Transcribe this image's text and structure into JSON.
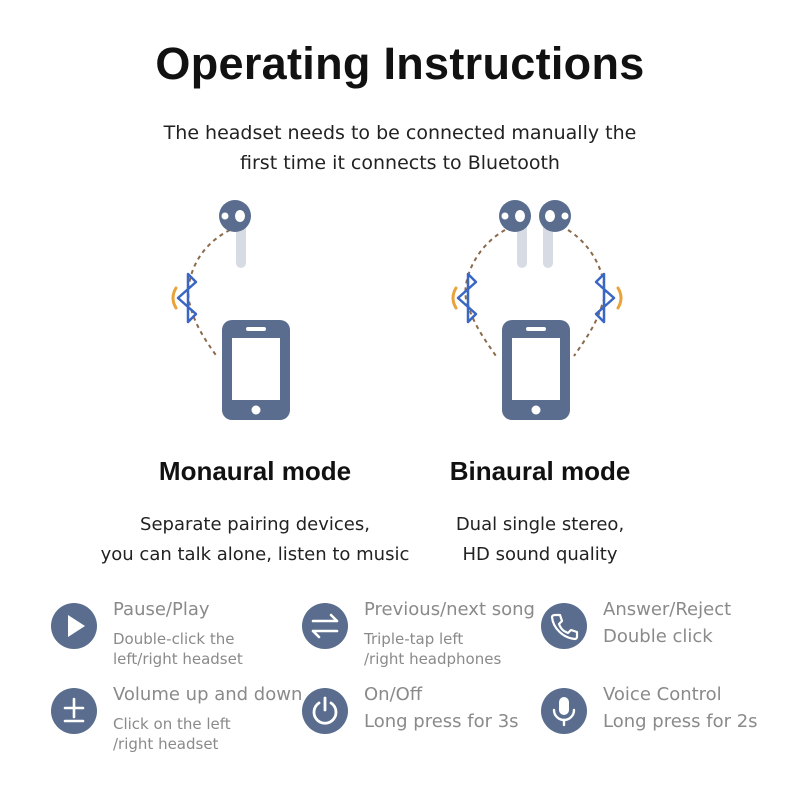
{
  "header": {
    "title": "Operating Instructions",
    "subtitle_lines": [
      "The headset needs to be connected manually the",
      "first time it connects to Bluetooth"
    ]
  },
  "modes": [
    {
      "title": "Monaural mode",
      "desc_lines": [
        "Separate pairing devices,",
        "you can talk alone, listen to music"
      ]
    },
    {
      "title": "Binaural mode",
      "desc_lines": [
        "Dual single stereo,",
        "HD sound quality"
      ]
    }
  ],
  "features": [
    {
      "name": "Pause/Play",
      "desc_lines": [
        "Double-click the",
        "left/right headset"
      ],
      "icon": "play-icon"
    },
    {
      "name": "Previous/next song",
      "desc_lines": [
        "Triple-tap left",
        "/right headphones"
      ],
      "icon": "swap-arrows-icon"
    },
    {
      "name": "Answer/Reject",
      "desc_lines": [
        "Double click"
      ],
      "icon": "phone-icon"
    },
    {
      "name": "Volume up and down",
      "desc_lines": [
        "Click on the left",
        "/right headset"
      ],
      "icon": "plus-minus-icon"
    },
    {
      "name": "On/Off",
      "desc_lines": [
        "Long press for 3s"
      ],
      "icon": "power-icon"
    },
    {
      "name": "Voice Control",
      "desc_lines": [
        "Long press for 2s"
      ],
      "icon": "microphone-icon"
    }
  ],
  "colors": {
    "accent": "#5a6d8e",
    "bluetooth": "#3a66c4",
    "signal": "#e8a33a",
    "dashed_line": "#8a6a4a",
    "muted_text": "#8a8a8a"
  }
}
